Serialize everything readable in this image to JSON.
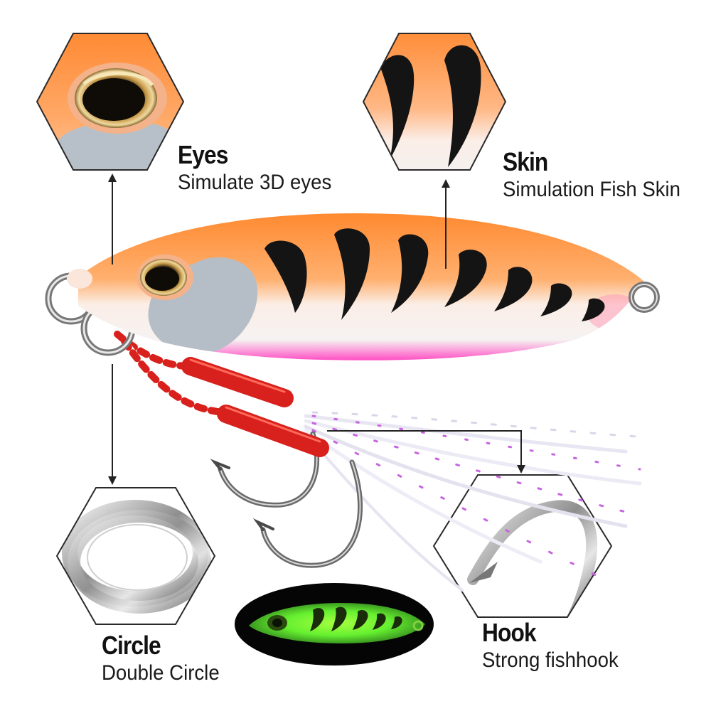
{
  "features": {
    "eyes": {
      "title": "Eyes",
      "subtitle": "Simulate 3D eyes"
    },
    "skin": {
      "title": "Skin",
      "subtitle": "Simulation Fish Skin"
    },
    "circle": {
      "title": "Circle",
      "subtitle": "Double Circle"
    },
    "hook": {
      "title": "Hook",
      "subtitle": "Strong fishhook"
    }
  },
  "colors": {
    "body_orange": "#ff9640",
    "body_white": "#f8f4f2",
    "belly_pink": "#ff5fc8",
    "stripe": "#141414",
    "eye_patch": "#b9c2ca",
    "eye_gold": "#c8a050",
    "thread_red": "#d8201c",
    "glow_green": "#66ff33",
    "pointer_line": "#222222"
  },
  "icons": [
    "eye-detail",
    "skin-detail",
    "split-ring",
    "hook-detail",
    "glow-lure"
  ]
}
